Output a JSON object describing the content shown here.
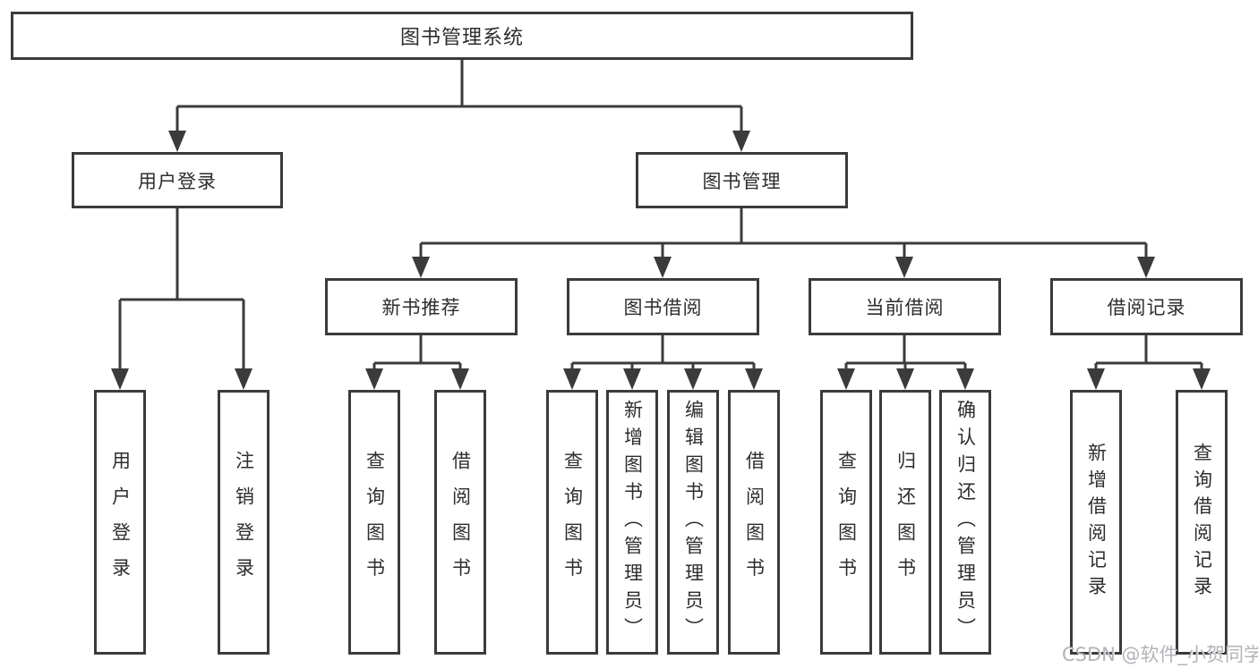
{
  "diagram": {
    "root": "图书管理系统",
    "level2": [
      "用户登录",
      "图书管理"
    ],
    "level3": [
      "新书推荐",
      "图书借阅",
      "当前借阅",
      "借阅记录"
    ],
    "leaves": {
      "login": [
        "用户登录",
        "注销登录"
      ],
      "recommend": [
        "查询图书",
        "借阅图书"
      ],
      "borrow": [
        "查询图书",
        "新增图书（管理员）",
        "编辑图书（管理员）",
        "借阅图书"
      ],
      "current": [
        "查询图书",
        "归还图书",
        "确认归还（管理员）"
      ],
      "records": [
        "新增借阅记录",
        "查询借阅记录"
      ]
    }
  },
  "watermark": "CSDN @软件_小贺同学",
  "colors": {
    "line": "#3b3b3b",
    "text": "#2d2d2d",
    "watermark": "#b3b3b9"
  }
}
